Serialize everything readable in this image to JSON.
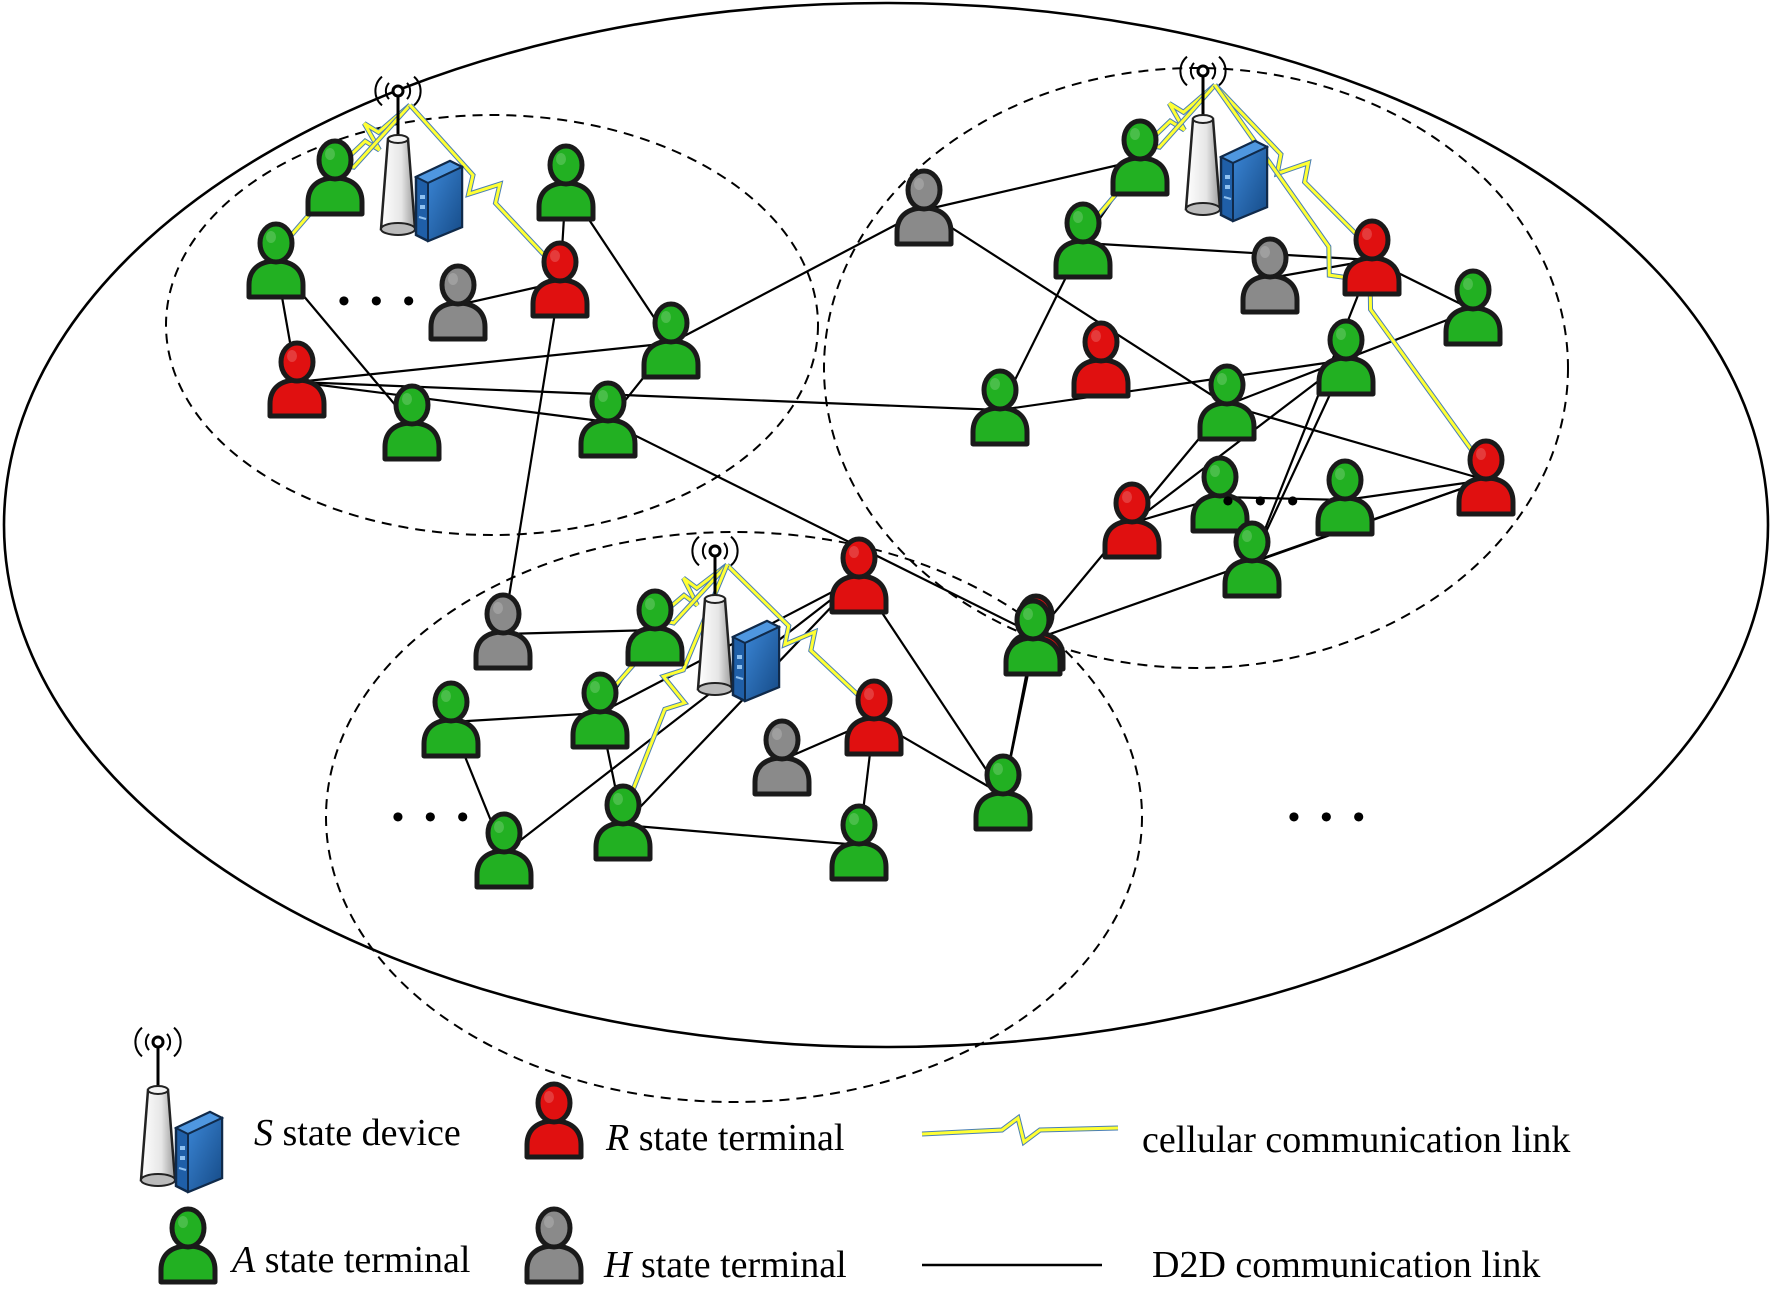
{
  "colors": {
    "A": "#22b022",
    "R": "#e01010",
    "H": "#8a8a8a",
    "server": "#1f5fa8",
    "bolt": "#ffff33",
    "bolt_edge": "#4a7fb5"
  },
  "icons": {
    "terminal": "person-icon",
    "device": "base-station-server-icon",
    "cellular": "lightning-bolt-icon",
    "d2d": "straight-line-icon"
  },
  "legend": {
    "items": [
      {
        "letter": "S",
        "rest": " state device",
        "icon": "base-station-server-icon"
      },
      {
        "letter": "R",
        "rest": " state terminal",
        "icon": "person-icon"
      },
      {
        "text": "cellular communication link",
        "icon": "lightning-bolt-icon"
      },
      {
        "letter": "A",
        "rest": " state terminal",
        "icon": "person-icon"
      },
      {
        "letter": "H",
        "rest": " state terminal",
        "icon": "person-icon"
      },
      {
        "text": "D2D communication link",
        "icon": "straight-line-icon"
      }
    ]
  },
  "ellipsis": "• • •",
  "network": {
    "stations": [
      {
        "id": "S1",
        "cluster": 1
      },
      {
        "id": "S2",
        "cluster": 2
      },
      {
        "id": "S3",
        "cluster": 3
      }
    ],
    "terminals": [
      {
        "id": "a1",
        "state": "A",
        "cluster": 1
      },
      {
        "id": "a2",
        "state": "A",
        "cluster": 1
      },
      {
        "id": "a3",
        "state": "A",
        "cluster": 1
      },
      {
        "id": "r1",
        "state": "R",
        "cluster": 1
      },
      {
        "id": "h1",
        "state": "H",
        "cluster": 1
      },
      {
        "id": "r2",
        "state": "R",
        "cluster": 1
      },
      {
        "id": "a4",
        "state": "A",
        "cluster": 1
      },
      {
        "id": "a5",
        "state": "A",
        "cluster": 1
      },
      {
        "id": "a6",
        "state": "A",
        "cluster": 1
      },
      {
        "id": "g1",
        "state": "H",
        "cluster": 0
      },
      {
        "id": "b1",
        "state": "A",
        "cluster": 2
      },
      {
        "id": "b2",
        "state": "A",
        "cluster": 2
      },
      {
        "id": "b3",
        "state": "A",
        "cluster": 2
      },
      {
        "id": "h2",
        "state": "H",
        "cluster": 2
      },
      {
        "id": "r3",
        "state": "R",
        "cluster": 2
      },
      {
        "id": "b4",
        "state": "A",
        "cluster": 2
      },
      {
        "id": "r4",
        "state": "R",
        "cluster": 2
      },
      {
        "id": "b5",
        "state": "A",
        "cluster": 2
      },
      {
        "id": "b6",
        "state": "A",
        "cluster": 2
      },
      {
        "id": "b7",
        "state": "A",
        "cluster": 2
      },
      {
        "id": "r5",
        "state": "R",
        "cluster": 2
      },
      {
        "id": "r6",
        "state": "R",
        "cluster": 2
      },
      {
        "id": "b8",
        "state": "A",
        "cluster": 2
      },
      {
        "id": "b9",
        "state": "A",
        "cluster": 2
      },
      {
        "id": "c1",
        "state": "H",
        "cluster": 3
      },
      {
        "id": "c2",
        "state": "A",
        "cluster": 3
      },
      {
        "id": "c3",
        "state": "A",
        "cluster": 3
      },
      {
        "id": "c4",
        "state": "A",
        "cluster": 3
      },
      {
        "id": "h3",
        "state": "H",
        "cluster": 3
      },
      {
        "id": "r7",
        "state": "R",
        "cluster": 3
      },
      {
        "id": "r8",
        "state": "R",
        "cluster": 3
      },
      {
        "id": "c5",
        "state": "A",
        "cluster": 3
      },
      {
        "id": "c6",
        "state": "A",
        "cluster": 3
      },
      {
        "id": "c7",
        "state": "A",
        "cluster": 3
      },
      {
        "id": "c8",
        "state": "A",
        "cluster": 3
      },
      {
        "id": "r9",
        "state": "R",
        "cluster": 3
      },
      {
        "id": "c9",
        "state": "A",
        "cluster": 3
      }
    ],
    "d2d_links": [
      [
        "a2",
        "r1"
      ],
      [
        "a2",
        "a3"
      ],
      [
        "r1",
        "a6"
      ],
      [
        "r1",
        "a5"
      ],
      [
        "r1",
        "b3"
      ],
      [
        "a4",
        "a5"
      ],
      [
        "a4",
        "r2"
      ],
      [
        "h1",
        "r2"
      ],
      [
        "r2",
        "c1"
      ],
      [
        "a5",
        "a6"
      ],
      [
        "a5",
        "g1"
      ],
      [
        "g1",
        "b1"
      ],
      [
        "a6",
        "r9"
      ],
      [
        "b1",
        "b2"
      ],
      [
        "b2",
        "r3"
      ],
      [
        "b2",
        "b3"
      ],
      [
        "b3",
        "b5"
      ],
      [
        "b4",
        "r3"
      ],
      [
        "h2",
        "r3"
      ],
      [
        "r3",
        "b9"
      ],
      [
        "b9",
        "r5"
      ],
      [
        "b9",
        "b5"
      ],
      [
        "b5",
        "r6"
      ],
      [
        "r6",
        "b7"
      ],
      [
        "b7",
        "b8"
      ],
      [
        "b8",
        "r5"
      ],
      [
        "r5",
        "b6"
      ],
      [
        "b6",
        "b4"
      ],
      [
        "r5",
        "c9"
      ],
      [
        "g1",
        "b6"
      ],
      [
        "b6",
        "r9"
      ],
      [
        "r9",
        "c9"
      ],
      [
        "r9",
        "c7"
      ],
      [
        "c1",
        "c2"
      ],
      [
        "c2",
        "c3"
      ],
      [
        "c3",
        "c4"
      ],
      [
        "c4",
        "c5"
      ],
      [
        "c3",
        "r8"
      ],
      [
        "c3",
        "c6"
      ],
      [
        "c5",
        "r8"
      ],
      [
        "r8",
        "c6"
      ],
      [
        "r8",
        "c7"
      ],
      [
        "c6",
        "c8"
      ],
      [
        "c8",
        "r7"
      ],
      [
        "c2",
        "c3"
      ],
      [
        "r7",
        "c7"
      ],
      [
        "h3",
        "r7"
      ],
      [
        "c7",
        "c9"
      ]
    ],
    "cellular_links": [
      [
        "S1",
        "a1"
      ],
      [
        "S1",
        "a2"
      ],
      [
        "S1",
        "r2"
      ],
      [
        "S2",
        "b1"
      ],
      [
        "S2",
        "b2"
      ],
      [
        "S2",
        "r3"
      ],
      [
        "S2",
        "r5"
      ],
      [
        "S3",
        "c2"
      ],
      [
        "S3",
        "c3"
      ],
      [
        "S3",
        "r7"
      ],
      [
        "S3",
        "c6"
      ]
    ]
  }
}
